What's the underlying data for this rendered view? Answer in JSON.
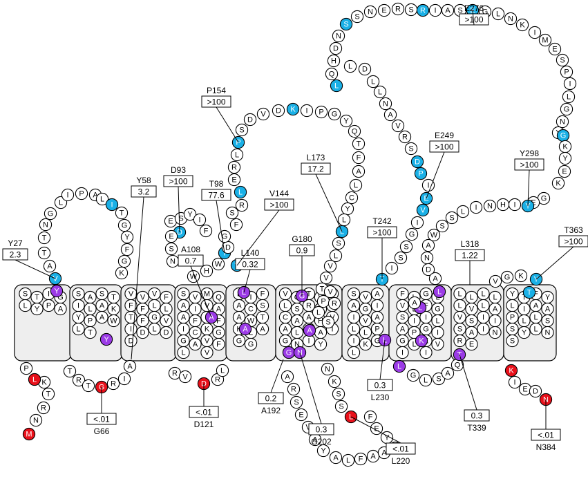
{
  "colors": {
    "blue": "#1ab0e6",
    "purple": "#9b3be6",
    "red": "#e8101a",
    "green": "#2aa12a",
    "box_fill": "#eeeeee"
  },
  "n_terminus_sequence": [
    "M",
    "N",
    "R",
    "T",
    "K",
    "L",
    "P"
  ],
  "annotations": [
    {
      "id": "Y27",
      "label": "Y27",
      "value": "2.3"
    },
    {
      "id": "Y58",
      "label": "Y58",
      "value": "3.2"
    },
    {
      "id": "D93",
      "label": "D93",
      "value": ">100"
    },
    {
      "id": "T98",
      "label": "T98",
      "value": "77.6"
    },
    {
      "id": "A108",
      "label": "A108",
      "value": "0.7"
    },
    {
      "id": "L140",
      "label": "L140",
      "value": "0.32"
    },
    {
      "id": "V144",
      "label": "V144",
      "value": ">100"
    },
    {
      "id": "P154",
      "label": "P154",
      "value": ">100"
    },
    {
      "id": "L173",
      "label": "L173",
      "value": "17.2"
    },
    {
      "id": "G180",
      "label": "G180",
      "value": "0.9"
    },
    {
      "id": "E249",
      "label": "E249",
      "value": ">100"
    },
    {
      "id": "T242",
      "label": "T242",
      "value": ">100"
    },
    {
      "id": "E276",
      "label": "E276",
      "value": ">100"
    },
    {
      "id": "Y298",
      "label": "Y298",
      "value": ">100"
    },
    {
      "id": "L318",
      "label": "L318",
      "value": "1.22"
    },
    {
      "id": "T363",
      "label": "T363",
      "value": ">100"
    },
    {
      "id": "G66",
      "label": "G66",
      "value": "<.01"
    },
    {
      "id": "D121",
      "label": "D121",
      "value": "<.01"
    },
    {
      "id": "A192",
      "label": "A192",
      "value": "0.2"
    },
    {
      "id": "G202",
      "label": "G202",
      "value": "0.3"
    },
    {
      "id": "L220",
      "label": "L220",
      "value": "<.01"
    },
    {
      "id": "L230",
      "label": "L230",
      "value": "0.3"
    },
    {
      "id": "T339",
      "label": "T339",
      "value": "0.3"
    },
    {
      "id": "N384",
      "label": "N384",
      "value": "<.01"
    }
  ],
  "residues": [
    [
      "M",
      42,
      628,
      "red"
    ],
    [
      "N",
      52,
      608,
      ""
    ],
    [
      "R",
      63,
      590,
      ""
    ],
    [
      "T",
      70,
      570,
      ""
    ],
    [
      "K",
      64,
      553,
      ""
    ],
    [
      "L",
      50,
      549,
      "red"
    ],
    [
      "P",
      38,
      533,
      ""
    ],
    [
      "T",
      101,
      537,
      ""
    ],
    [
      "R",
      114,
      550,
      ""
    ],
    [
      "T",
      128,
      558,
      ""
    ],
    [
      "G",
      147,
      560,
      "red"
    ],
    [
      "R",
      164,
      555,
      ""
    ],
    [
      "I",
      180,
      548,
      ""
    ],
    [
      "A",
      188,
      530,
      ""
    ],
    [
      "V",
      80,
      403,
      "blue"
    ],
    [
      "A",
      72,
      385,
      ""
    ],
    [
      "T",
      64,
      366,
      ""
    ],
    [
      "T",
      64,
      344,
      ""
    ],
    [
      "N",
      66,
      325,
      ""
    ],
    [
      "G",
      73,
      309,
      ""
    ],
    [
      "L",
      88,
      293,
      ""
    ],
    [
      "I",
      98,
      282,
      ""
    ],
    [
      "P",
      118,
      280,
      ""
    ],
    [
      "A",
      138,
      282,
      ""
    ],
    [
      "L",
      148,
      288,
      ""
    ],
    [
      "I",
      162,
      296,
      "blue"
    ],
    [
      "T",
      176,
      308,
      ""
    ],
    [
      "G",
      180,
      326,
      ""
    ],
    [
      "Y",
      184,
      343,
      ""
    ],
    [
      "F",
      184,
      361,
      ""
    ],
    [
      "G",
      180,
      378,
      ""
    ],
    [
      "K",
      176,
      395,
      ""
    ],
    [
      "Y",
      82,
      421,
      "purple"
    ],
    [
      "Y",
      154,
      491,
      "purple"
    ],
    [
      "D",
      260,
      336,
      "blue"
    ],
    [
      "E",
      247,
      320,
      ""
    ],
    [
      "E",
      248,
      342,
      ""
    ],
    [
      "S",
      248,
      360,
      ""
    ],
    [
      "N",
      250,
      378,
      ""
    ],
    [
      "S",
      262,
      316,
      ""
    ],
    [
      "Y",
      275,
      310,
      ""
    ],
    [
      "I",
      289,
      318,
      ""
    ],
    [
      "F",
      298,
      334,
      ""
    ],
    [
      "T",
      325,
      366,
      "blue"
    ],
    [
      "W",
      316,
      382,
      ""
    ],
    [
      "H",
      299,
      392,
      ""
    ],
    [
      "W",
      280,
      400,
      ""
    ],
    [
      "A",
      306,
      459,
      "purple"
    ],
    [
      "R",
      253,
      540,
      ""
    ],
    [
      "V",
      268,
      545,
      ""
    ],
    [
      "D",
      295,
      555,
      "red"
    ],
    [
      "R",
      315,
      549,
      ""
    ],
    [
      "L",
      322,
      536,
      ""
    ],
    [
      "V",
      343,
      384,
      "blue"
    ],
    [
      "D",
      330,
      358,
      ""
    ],
    [
      "G",
      325,
      342,
      ""
    ],
    [
      "F",
      342,
      325,
      ""
    ],
    [
      "S",
      336,
      308,
      ""
    ],
    [
      "R",
      350,
      297,
      ""
    ],
    [
      "L",
      348,
      278,
      "blue"
    ],
    [
      "E",
      339,
      260,
      ""
    ],
    [
      "R",
      339,
      242,
      ""
    ],
    [
      "L",
      343,
      224,
      ""
    ],
    [
      "P",
      345,
      206,
      "blue"
    ],
    [
      "S",
      350,
      188,
      ""
    ],
    [
      "D",
      362,
      173,
      ""
    ],
    [
      "V",
      381,
      165,
      ""
    ],
    [
      "D",
      403,
      160,
      ""
    ],
    [
      "K",
      424,
      158,
      "blue"
    ],
    [
      "I",
      444,
      160,
      ""
    ],
    [
      "P",
      465,
      162,
      ""
    ],
    [
      "G",
      484,
      165,
      ""
    ],
    [
      "Y",
      501,
      175,
      ""
    ],
    [
      "Q",
      513,
      190,
      ""
    ],
    [
      "T",
      519,
      208,
      ""
    ],
    [
      "F",
      519,
      228,
      ""
    ],
    [
      "A",
      519,
      248,
      ""
    ],
    [
      "L",
      515,
      268,
      ""
    ],
    [
      "C",
      509,
      286,
      ""
    ],
    [
      "Y",
      503,
      302,
      ""
    ],
    [
      "L",
      498,
      318,
      ""
    ],
    [
      "L",
      495,
      335,
      "blue"
    ],
    [
      "S",
      490,
      352,
      ""
    ],
    [
      "L",
      486,
      370,
      ""
    ],
    [
      "V",
      478,
      385,
      ""
    ],
    [
      "V",
      472,
      402,
      ""
    ],
    [
      "T",
      466,
      418,
      ""
    ],
    [
      "V",
      478,
      422,
      ""
    ],
    [
      "P",
      468,
      436,
      ""
    ],
    [
      "L",
      461,
      452,
      ""
    ],
    [
      "S",
      475,
      466,
      ""
    ],
    [
      "R",
      484,
      439,
      ""
    ],
    [
      "L",
      353,
      423,
      "purple"
    ],
    [
      "A",
      355,
      476,
      "purple"
    ],
    [
      "G",
      437,
      428,
      "purple"
    ],
    [
      "A",
      448,
      478,
      "purple"
    ],
    [
      "G",
      418,
      510,
      "purple"
    ],
    [
      "N",
      434,
      510,
      "purple"
    ],
    [
      "A",
      416,
      545,
      ""
    ],
    [
      "R",
      425,
      563,
      ""
    ],
    [
      "S",
      429,
      582,
      ""
    ],
    [
      "E",
      436,
      600,
      ""
    ],
    [
      "V",
      446,
      618,
      ""
    ],
    [
      "A",
      456,
      636,
      ""
    ],
    [
      "Y",
      468,
      652,
      ""
    ],
    [
      "A",
      486,
      662,
      ""
    ],
    [
      "L",
      504,
      666,
      ""
    ],
    [
      "F",
      522,
      664,
      ""
    ],
    [
      "A",
      540,
      660,
      ""
    ],
    [
      "A",
      556,
      655,
      ""
    ],
    [
      "T",
      572,
      648,
      ""
    ],
    [
      "Y",
      560,
      633,
      ""
    ],
    [
      "E",
      545,
      620,
      ""
    ],
    [
      "F",
      536,
      603,
      ""
    ],
    [
      "L",
      508,
      603,
      "red"
    ],
    [
      "S",
      494,
      588,
      ""
    ],
    [
      "S",
      490,
      570,
      ""
    ],
    [
      "K",
      484,
      552,
      ""
    ],
    [
      "N",
      474,
      534,
      ""
    ],
    [
      "T",
      553,
      404,
      "blue"
    ],
    [
      "I",
      567,
      388,
      ""
    ],
    [
      "S",
      580,
      373,
      ""
    ],
    [
      "S",
      588,
      357,
      ""
    ],
    [
      "G",
      596,
      339,
      ""
    ],
    [
      "I",
      604,
      322,
      ""
    ],
    [
      "V",
      612,
      304,
      "blue"
    ],
    [
      "E",
      617,
      287,
      "blue"
    ],
    [
      "I",
      620,
      268,
      ""
    ],
    [
      "P",
      609,
      251,
      "blue"
    ],
    [
      "D",
      604,
      234,
      "blue"
    ],
    [
      "S",
      595,
      215,
      ""
    ],
    [
      "R",
      586,
      198,
      ""
    ],
    [
      "V",
      576,
      182,
      ""
    ],
    [
      "A",
      565,
      166,
      ""
    ],
    [
      "N",
      558,
      150,
      ""
    ],
    [
      "L",
      550,
      133,
      ""
    ],
    [
      "L",
      540,
      118,
      ""
    ],
    [
      "D",
      528,
      100,
      ""
    ],
    [
      "L",
      507,
      96,
      ""
    ],
    [
      "L",
      487,
      124,
      "blue"
    ],
    [
      "Q",
      480,
      107,
      ""
    ],
    [
      "H",
      483,
      88,
      ""
    ],
    [
      "D",
      486,
      70,
      ""
    ],
    [
      "N",
      490,
      52,
      ""
    ],
    [
      "S",
      501,
      35,
      "blue"
    ],
    [
      "S",
      517,
      24,
      ""
    ],
    [
      "N",
      536,
      17,
      ""
    ],
    [
      "E",
      556,
      15,
      ""
    ],
    [
      "R",
      576,
      13,
      ""
    ],
    [
      "S",
      595,
      14,
      ""
    ],
    [
      "R",
      612,
      15,
      "blue"
    ],
    [
      "I",
      630,
      15,
      ""
    ],
    [
      "A",
      648,
      15,
      ""
    ],
    [
      "S",
      666,
      15,
      ""
    ],
    [
      "E",
      684,
      15,
      "blue"
    ],
    [
      "G",
      702,
      17,
      ""
    ],
    [
      "L",
      721,
      20,
      ""
    ],
    [
      "N",
      739,
      27,
      ""
    ],
    [
      "K",
      756,
      36,
      ""
    ],
    [
      "I",
      774,
      47,
      ""
    ],
    [
      "M",
      789,
      58,
      ""
    ],
    [
      "E",
      803,
      71,
      ""
    ],
    [
      "S",
      814,
      87,
      ""
    ],
    [
      "P",
      820,
      104,
      ""
    ],
    [
      "I",
      825,
      121,
      ""
    ],
    [
      "L",
      823,
      140,
      ""
    ],
    [
      "G",
      820,
      158,
      ""
    ],
    [
      "N",
      814,
      176,
      ""
    ],
    [
      "Y",
      808,
      192,
      ""
    ],
    [
      "G",
      815,
      196,
      "blue"
    ],
    [
      "K",
      818,
      212,
      ""
    ],
    [
      "Y",
      818,
      229,
      ""
    ],
    [
      "E",
      817,
      248,
      ""
    ],
    [
      "K",
      808,
      265,
      ""
    ],
    [
      "G",
      787,
      287,
      ""
    ],
    [
      "E",
      772,
      293,
      ""
    ],
    [
      "Y",
      764,
      298,
      "blue"
    ],
    [
      "I",
      745,
      296,
      ""
    ],
    [
      "H",
      728,
      296,
      ""
    ],
    [
      "N",
      709,
      298,
      ""
    ],
    [
      "I",
      689,
      300,
      ""
    ],
    [
      "L",
      670,
      306,
      ""
    ],
    [
      "S",
      654,
      315,
      ""
    ],
    [
      "S",
      640,
      327,
      ""
    ],
    [
      "W",
      628,
      340,
      ""
    ],
    [
      "A",
      620,
      355,
      ""
    ],
    [
      "N",
      618,
      373,
      ""
    ],
    [
      "D",
      620,
      390,
      ""
    ],
    [
      "A",
      630,
      403,
      ""
    ],
    [
      "L",
      557,
      492,
      "purple"
    ],
    [
      "L",
      578,
      530,
      "purple"
    ],
    [
      "L",
      636,
      422,
      "purple"
    ],
    [
      "L",
      608,
      445,
      "purple"
    ],
    [
      "K",
      610,
      493,
      "purple"
    ],
    [
      "A",
      600,
      438,
      ""
    ],
    [
      "G",
      598,
      543,
      ""
    ],
    [
      "L",
      616,
      550,
      ""
    ],
    [
      "S",
      635,
      548,
      ""
    ],
    [
      "A",
      648,
      540,
      ""
    ],
    [
      "Q",
      662,
      528,
      ""
    ],
    [
      "T",
      665,
      513,
      "purple"
    ],
    [
      "V",
      717,
      407,
      ""
    ],
    [
      "G",
      734,
      401,
      ""
    ],
    [
      "K",
      754,
      399,
      ""
    ],
    [
      "Y",
      776,
      404,
      "blue"
    ],
    [
      "T",
      766,
      423,
      "blue"
    ],
    [
      "K",
      740,
      536,
      "red"
    ],
    [
      "I",
      745,
      553,
      ""
    ],
    [
      "E",
      760,
      563,
      ""
    ],
    [
      "D",
      775,
      566,
      ""
    ],
    [
      "N",
      790,
      578,
      "red"
    ]
  ],
  "tm_rows": [
    "STIGLYPA",
    "SASTILAKYPAWLT",
    "VVVFFFLLTFGVIDLDD",
    "SVMQAIVAAFLFICKGGAVFLFV",
    "LIFACSAWTKLAGG",
    "VGTVPLSRAICAAHVALCAIGNIY",
    "SVAAGIIVALLPIKGL",
    "FLGLVLFGSIILAPGIGLKVINI",
    "LLLLLVLAVSIISAINRE",
    "YTFYLIAAPLLSSYLNS"
  ]
}
